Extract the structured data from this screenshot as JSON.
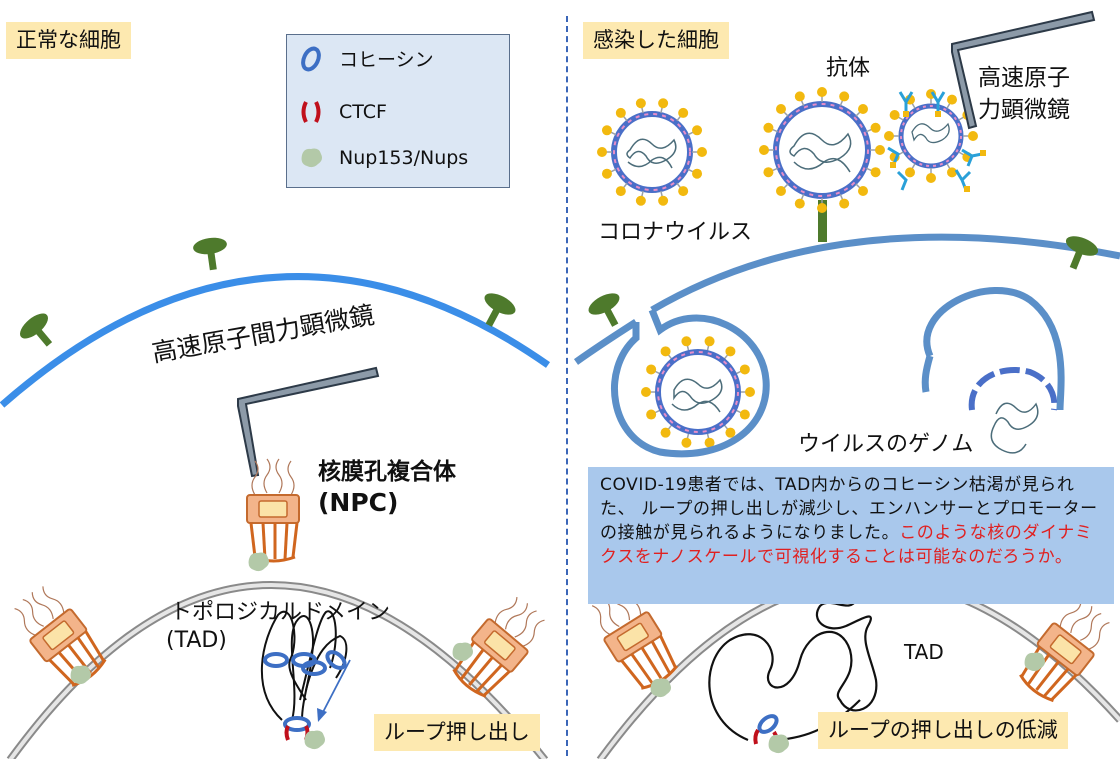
{
  "left_panel": {
    "title": "正常な細胞",
    "afm_label": "高速原子間力顕微鏡",
    "npc_label": "核膜孔複合体",
    "npc_abbr": "(NPC)",
    "tad_label": "トポロジカルドメイン",
    "tad_abbr": "(TAD)",
    "bottom_tag": "ループ押し出し"
  },
  "legend": {
    "items": [
      {
        "label": "コヒーシン",
        "icon": "cohesin-ring-icon"
      },
      {
        "label": "CTCF",
        "icon": "ctcf-bracket-icon"
      },
      {
        "label": "Nup153/Nups",
        "icon": "nup-blob-icon"
      }
    ]
  },
  "right_panel": {
    "title": "感染した細胞",
    "antibody_label": "抗体",
    "afm_label_line1": "高速原子",
    "afm_label_line2": "力顕微鏡",
    "virus_label": "コロナウイルス",
    "genome_label": "ウイルスのゲノム",
    "tad_label": "TAD",
    "bottom_tag": "ループの押し出しの低減",
    "info_black": "COVID-19患者では、TAD内からのコヒーシン枯渇が見られた、 ループの押し出しが減少し、エンハンサーとプロモーターの接触が見られるようになりました。",
    "info_red": "このような核のダイナミクスをナノスケールで可視化することは可能なのだろうか。"
  },
  "colors": {
    "membrane_blue": "#3b8ee8",
    "membrane_dark_blue": "#5b8fc8",
    "receptor_green": "#4e7a2c",
    "cohesin_blue": "#3d6fc4",
    "ctcf_red": "#c0101c",
    "npc_orange": "#e8945a",
    "tag_yellow": "#fde9b0",
    "info_blue": "#a9c8ec",
    "red_text": "#e02020"
  }
}
